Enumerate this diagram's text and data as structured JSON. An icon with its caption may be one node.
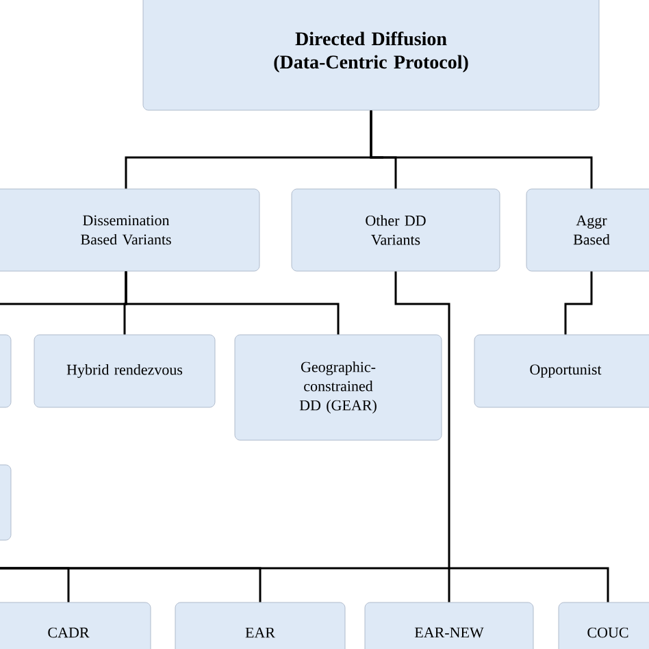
{
  "diagram": {
    "nodes": [
      {
        "text": [
          "Directed Diffusion (Data-Centric Protocol)"
        ]
      },
      {
        "text": [
          "Dissemination Based Variants"
        ]
      },
      {
        "text": [
          "Other DD Variants"
        ]
      },
      {
        "text": [
          "Aggr Based"
        ]
      },
      {
        "text": [],
        "shape": "box"
      },
      {
        "text": [
          "Hybrid rendezvous"
        ]
      },
      {
        "text": [
          "Geographic-constrained DD (GEAR)"
        ]
      },
      {
        "text": [
          "Opportunist"
        ]
      },
      {
        "text": [],
        "shape": "box"
      },
      {
        "text": [
          "CADR"
        ]
      },
      {
        "text": [
          "EAR"
        ]
      },
      {
        "text": [
          "EAR-NEW"
        ]
      },
      {
        "text": [
          "COUC"
        ]
      }
    ],
    "edges": [
      {
        "from": 0,
        "to": 1,
        "arrow": "none"
      },
      {
        "from": 0,
        "to": 2,
        "arrow": "none"
      },
      {
        "from": 0,
        "to": 3,
        "arrow": "none"
      },
      {
        "from": 1,
        "to": 4,
        "arrow": "none"
      },
      {
        "from": 1,
        "to": 5,
        "arrow": "none"
      },
      {
        "from": 1,
        "to": 6,
        "arrow": "none"
      },
      {
        "from": 2,
        "to": 11,
        "arrow": "none"
      },
      {
        "from": 3,
        "to": 7,
        "arrow": "none"
      },
      {
        "from": null,
        "to": 9,
        "arrow": "none"
      },
      {
        "from": null,
        "to": 10,
        "arrow": "none"
      },
      {
        "from": null,
        "to": 12,
        "arrow": "none"
      }
    ]
  }
}
